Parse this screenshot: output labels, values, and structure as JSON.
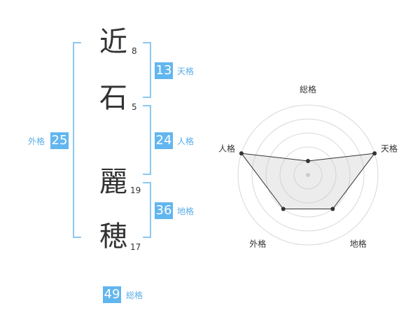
{
  "name": {
    "chars": [
      {
        "char": "近",
        "strokes": "8"
      },
      {
        "char": "石",
        "strokes": "5"
      },
      {
        "char": "麗",
        "strokes": "19"
      },
      {
        "char": "穂",
        "strokes": "17"
      }
    ]
  },
  "fortune": {
    "tenkaku": {
      "value": "13",
      "label": "天格"
    },
    "jinkaku": {
      "value": "24",
      "label": "人格"
    },
    "chikaku": {
      "value": "36",
      "label": "地格"
    },
    "gaikaku": {
      "value": "25",
      "label": "外格"
    },
    "soukaku": {
      "value": "49",
      "label": "総格"
    }
  },
  "colors": {
    "accent": "#62b6ef",
    "bracket": "#8cc9f2"
  },
  "chart_data": {
    "type": "radar",
    "axes": [
      "総格",
      "天格",
      "地格",
      "外格",
      "人格"
    ],
    "values": [
      1,
      5,
      3,
      3,
      5
    ],
    "max": 5
  }
}
